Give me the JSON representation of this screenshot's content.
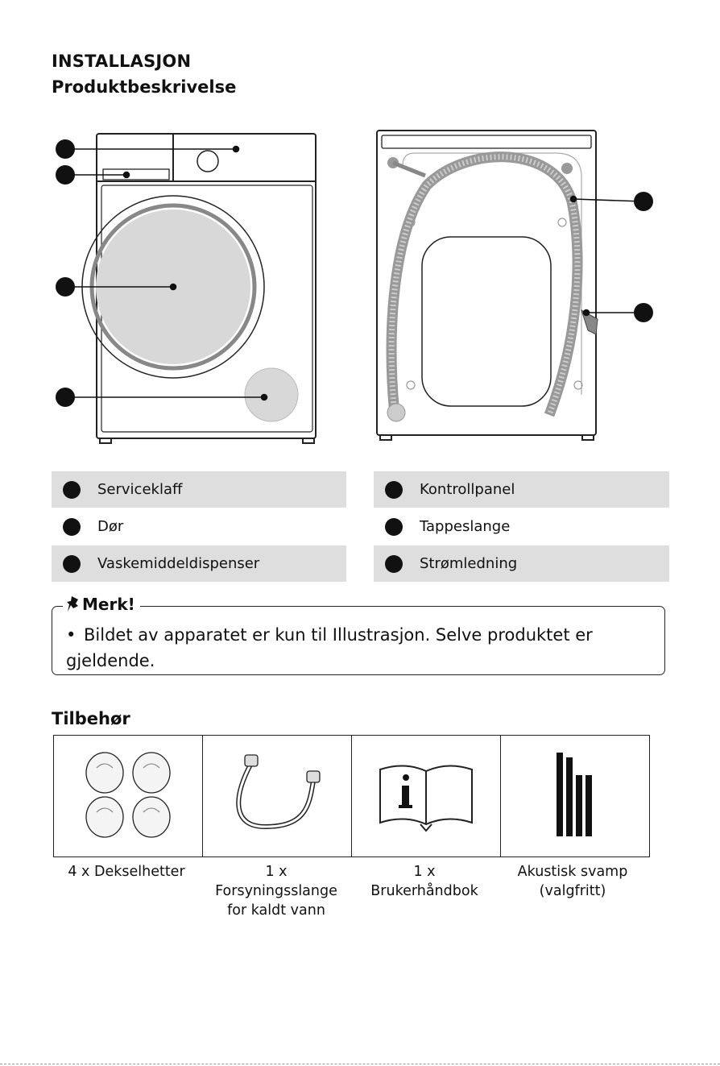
{
  "header": {
    "section_title": "INSTALLASJON",
    "subtitle": "Produktbeskrivelse"
  },
  "legend": {
    "left": [
      "Serviceklaff",
      "Dør",
      "Vaskemiddeldispenser"
    ],
    "right": [
      "Kontrollpanel",
      "Tappeslange",
      "Strømledning"
    ]
  },
  "note": {
    "title": "Merk!",
    "icon": "pushpin-icon",
    "bullet": "•",
    "text": "Bildet av apparatet er kun til Illustrasjon. Selve produktet er gjeldende."
  },
  "accessories": {
    "title": "Tilbehør",
    "items": [
      {
        "icon": "cap-icon",
        "line1": "4 x Dekselhetter",
        "line2": "",
        "line3": ""
      },
      {
        "icon": "hose-icon",
        "line1": "1 x",
        "line2": "Forsyningsslange",
        "line3": "for kaldt vann"
      },
      {
        "icon": "manual-icon",
        "line1": "1 x",
        "line2": "Brukerhåndbok",
        "line3": ""
      },
      {
        "icon": "sponge-icon",
        "line1": "Akustisk svamp",
        "line2": "(valgfritt)",
        "line3": ""
      }
    ]
  }
}
